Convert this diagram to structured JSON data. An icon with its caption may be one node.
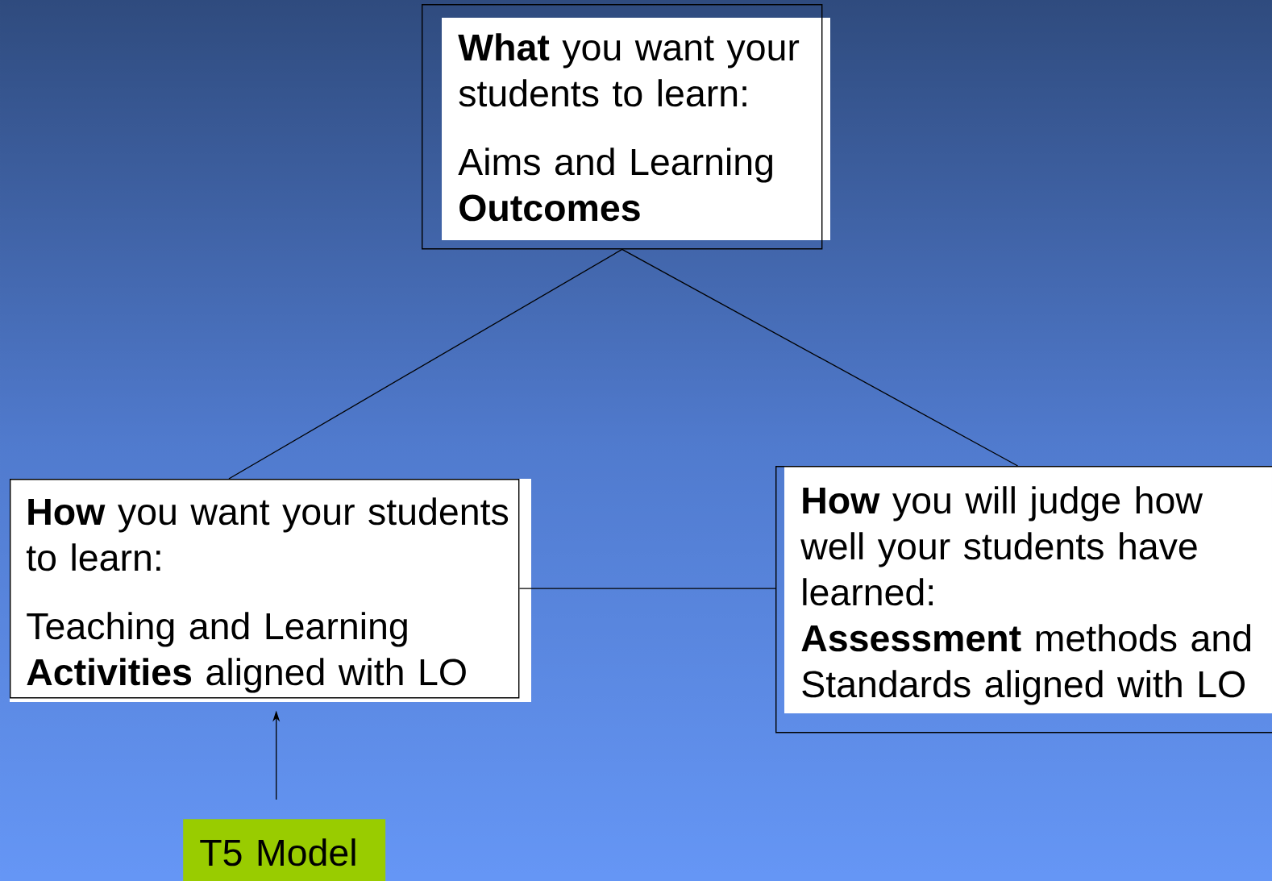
{
  "diagram": {
    "nodes": [
      {
        "text": [
          "**What** you want your students to learn:",
          "Aims and Learning **Outcomes**"
        ]
      },
      {
        "text": [
          "**How** you want your students to learn:",
          "Teaching and Learning **Activities** aligned with LO"
        ]
      },
      {
        "text": [
          "**How** you will judge how well your students have learned:",
          "**Assessment** methods and Standards aligned with LO"
        ]
      },
      {
        "text": [
          "T5 Model"
        ]
      }
    ],
    "edges": [
      {
        "from": 0,
        "to": 1,
        "arrow": "none"
      },
      {
        "from": 0,
        "to": 2,
        "arrow": "none"
      },
      {
        "from": 1,
        "to": 2,
        "arrow": "none"
      },
      {
        "from": 3,
        "to": 1,
        "arrow": "to"
      }
    ]
  }
}
